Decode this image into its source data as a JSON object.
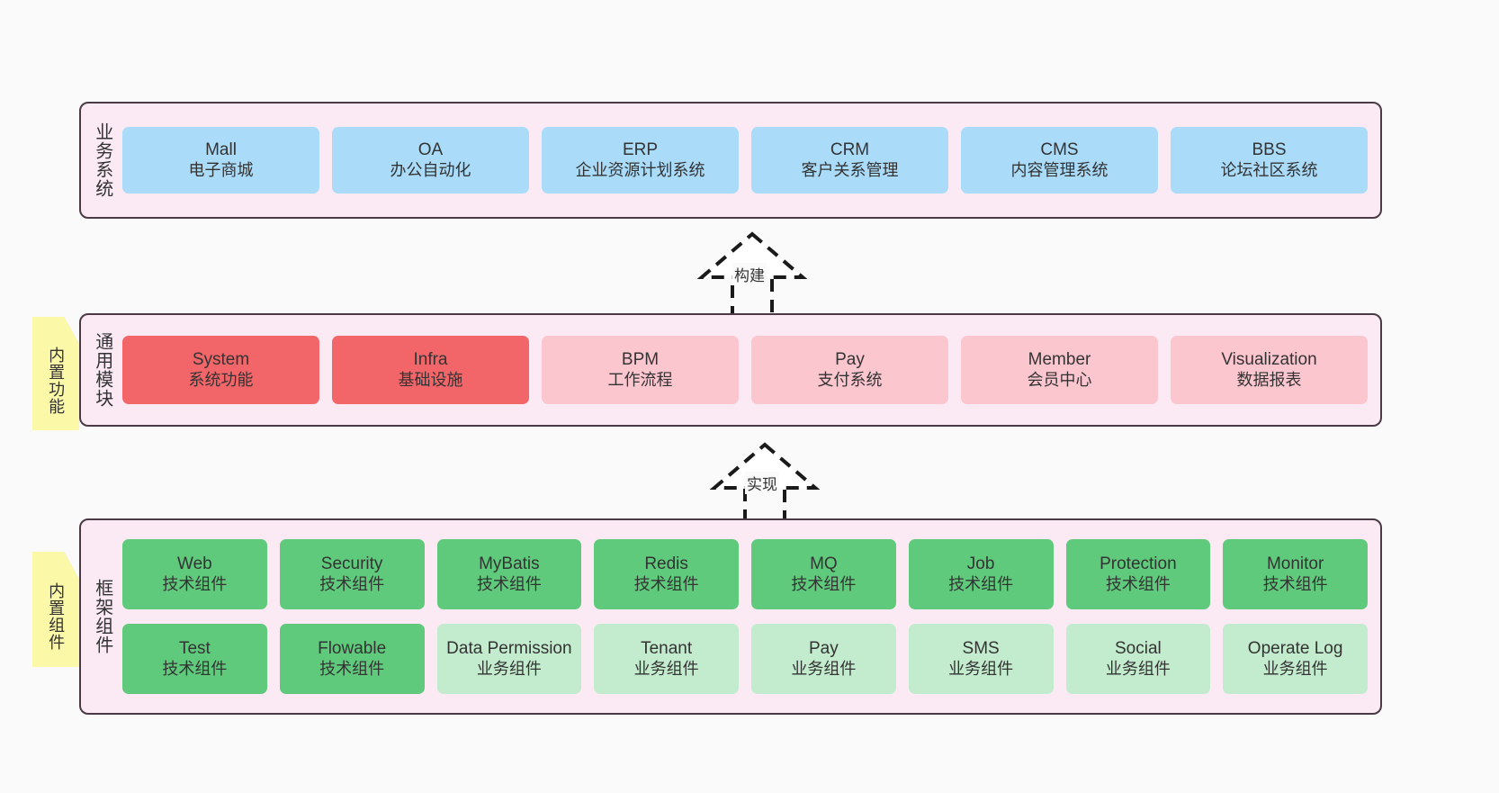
{
  "diagram": {
    "background_color": "#fafafa",
    "band_color": "#fbeaf4",
    "band_border_color": "#4a3a46",
    "note_color": "#fbf8a8",
    "note_fold_color": "#cdcdcd"
  },
  "layers": [
    {
      "id": "business",
      "title": "业务系统",
      "note": null,
      "rows": [
        {
          "cards": [
            {
              "en": "Mall",
              "cn": "电子商城",
              "color": "#aadcfa",
              "variant": "c-blue"
            },
            {
              "en": "OA",
              "cn": "办公自动化",
              "color": "#aadcfa",
              "variant": "c-blue"
            },
            {
              "en": "ERP",
              "cn": "企业资源计划系统",
              "color": "#aadcfa",
              "variant": "c-blue"
            },
            {
              "en": "CRM",
              "cn": "客户关系管理",
              "color": "#aadcfa",
              "variant": "c-blue"
            },
            {
              "en": "CMS",
              "cn": "内容管理系统",
              "color": "#aadcfa",
              "variant": "c-blue"
            },
            {
              "en": "BBS",
              "cn": "论坛社区系统",
              "color": "#aadcfa",
              "variant": "c-blue"
            }
          ]
        }
      ]
    },
    {
      "id": "common",
      "title": "通用模块",
      "note": "内置功能",
      "rows": [
        {
          "cards": [
            {
              "en": "System",
              "cn": "系统功能",
              "color": "#f2666a",
              "variant": "c-red"
            },
            {
              "en": "Infra",
              "cn": "基础设施",
              "color": "#f2666a",
              "variant": "c-red"
            },
            {
              "en": "BPM",
              "cn": "工作流程",
              "color": "#fcc6cf",
              "variant": "c-pink"
            },
            {
              "en": "Pay",
              "cn": "支付系统",
              "color": "#fcc6cf",
              "variant": "c-pink"
            },
            {
              "en": "Member",
              "cn": "会员中心",
              "color": "#fcc6cf",
              "variant": "c-pink"
            },
            {
              "en": "Visualization",
              "cn": "数据报表",
              "color": "#fcc6cf",
              "variant": "c-pink"
            }
          ]
        }
      ]
    },
    {
      "id": "framework",
      "title": "框架组件",
      "note": "内置组件",
      "rows": [
        {
          "cards": [
            {
              "en": "Web",
              "cn": "技术组件",
              "color": "#5fca7c",
              "variant": "c-green"
            },
            {
              "en": "Security",
              "cn": "技术组件",
              "color": "#5fca7c",
              "variant": "c-green"
            },
            {
              "en": "MyBatis",
              "cn": "技术组件",
              "color": "#5fca7c",
              "variant": "c-green"
            },
            {
              "en": "Redis",
              "cn": "技术组件",
              "color": "#5fca7c",
              "variant": "c-green"
            },
            {
              "en": "MQ",
              "cn": "技术组件",
              "color": "#5fca7c",
              "variant": "c-green"
            },
            {
              "en": "Job",
              "cn": "技术组件",
              "color": "#5fca7c",
              "variant": "c-green"
            },
            {
              "en": "Protection",
              "cn": "技术组件",
              "color": "#5fca7c",
              "variant": "c-green"
            },
            {
              "en": "Monitor",
              "cn": "技术组件",
              "color": "#5fca7c",
              "variant": "c-green"
            }
          ]
        },
        {
          "cards": [
            {
              "en": "Test",
              "cn": "技术组件",
              "color": "#5fca7c",
              "variant": "c-green"
            },
            {
              "en": "Flowable",
              "cn": "技术组件",
              "color": "#5fca7c",
              "variant": "c-green"
            },
            {
              "en": "Data Permission",
              "cn": "业务组件",
              "color": "#c3ebcd",
              "variant": "c-green-light"
            },
            {
              "en": "Tenant",
              "cn": "业务组件",
              "color": "#c3ebcd",
              "variant": "c-green-light"
            },
            {
              "en": "Pay",
              "cn": "业务组件",
              "color": "#c3ebcd",
              "variant": "c-green-light"
            },
            {
              "en": "SMS",
              "cn": "业务组件",
              "color": "#c3ebcd",
              "variant": "c-green-light"
            },
            {
              "en": "Social",
              "cn": "业务组件",
              "color": "#c3ebcd",
              "variant": "c-green-light"
            },
            {
              "en": "Operate Log",
              "cn": "业务组件",
              "color": "#c3ebcd",
              "variant": "c-green-light"
            }
          ]
        }
      ]
    }
  ],
  "connectors": [
    {
      "id": "build",
      "label": "构建",
      "style": "dashed-hollow-triangle-arrow",
      "from": "common",
      "to": "business"
    },
    {
      "id": "implement",
      "label": "实现",
      "style": "dashed-hollow-triangle-arrow",
      "from": "framework",
      "to": "common"
    }
  ]
}
